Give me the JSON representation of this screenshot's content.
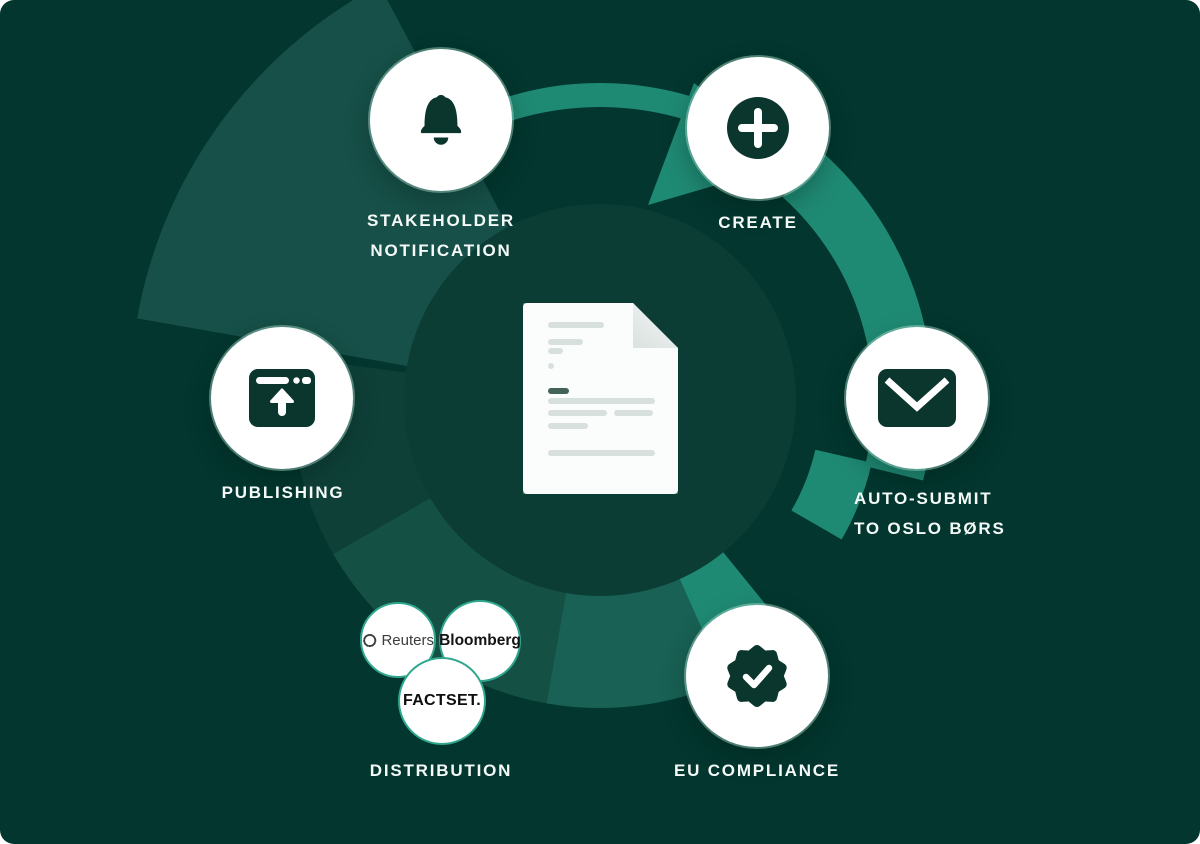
{
  "diagram_title": "document lifecycle cycle diagram",
  "nodes": [
    {
      "id": "stakeholder-notification",
      "icon": "bell-icon",
      "label_line1": "STAKEHOLDER",
      "label_line2": "NOTIFICATION"
    },
    {
      "id": "create",
      "icon": "plus-circle-icon",
      "label_line1": "CREATE"
    },
    {
      "id": "auto-submit",
      "icon": "envelope-icon",
      "label_line1": "AUTO-SUBMIT",
      "label_line2": "TO OSLO BØRS"
    },
    {
      "id": "eu-compliance",
      "icon": "seal-check-icon",
      "label_line1": "EU COMPLIANCE"
    },
    {
      "id": "distribution",
      "icon": "partner-logos",
      "label_line1": "DISTRIBUTION",
      "logos": {
        "reuters": "Reuters",
        "bloomberg": "Bloomberg",
        "factset": "FACTSET."
      }
    },
    {
      "id": "publishing",
      "icon": "browser-upload-icon",
      "label_line1": "PUBLISHING"
    }
  ],
  "palette": {
    "background": "#02362E",
    "backdrop_disc": "#0B3D34",
    "wedge": "#165048",
    "arc_bright": "#1F8A74",
    "band_mid": "#186154",
    "band_mid2": "#145044",
    "band_end": "#0E4038",
    "node_fill": "#FFFFFF",
    "icon_ink": "#0A362E",
    "label_ink": "#F5FAF8",
    "logo_ring": "#2FA78D",
    "doc_line": "#D8E0DD",
    "doc_line_dark": "#43625A"
  }
}
